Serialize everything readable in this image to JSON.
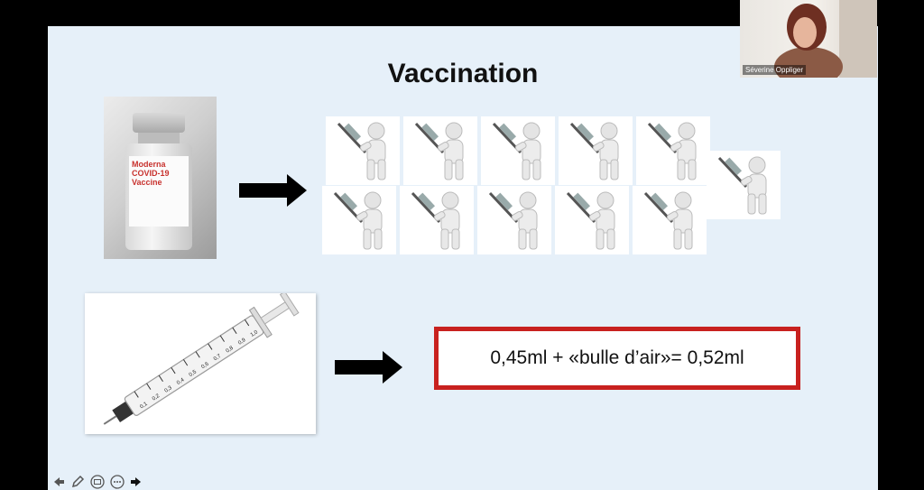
{
  "slide": {
    "title": "Vaccination",
    "vial_label": {
      "brand": "Moderna",
      "product": "COVID-19",
      "kind": "Vaccine"
    },
    "formula": "0,45ml + «bulle d’air»= 0,52ml"
  },
  "syringe_scale": [
    "0,1",
    "0,2",
    "0,3",
    "0,4",
    "0,5",
    "0,6",
    "0,7",
    "0,8",
    "0,9",
    "1,0"
  ],
  "webcam": {
    "participant_name": "Séverine Oppliger"
  },
  "toolbar": {
    "icons": [
      "arrow-left-icon",
      "pen-icon",
      "slides-icon",
      "more-icon",
      "arrow-right-icon"
    ]
  },
  "colors": {
    "slide_background": "#e6f0f9",
    "formula_border": "#c8211f",
    "arrow": "#000000"
  }
}
